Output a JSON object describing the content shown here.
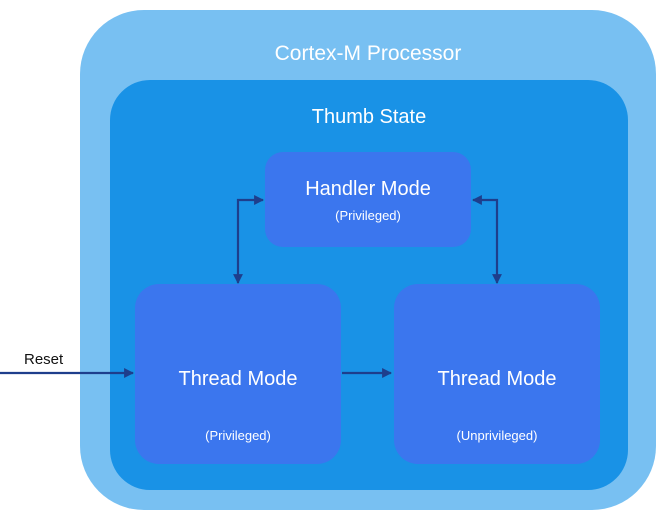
{
  "diagram": {
    "processor_title": "Cortex-M Processor",
    "state_title": "Thumb State",
    "handler_mode": {
      "name": "Handler Mode",
      "privilege": "(Privileged)"
    },
    "thread_mode_privileged": {
      "name": "Thread Mode",
      "privilege": "(Privileged)"
    },
    "thread_mode_unprivileged": {
      "name": "Thread Mode",
      "privilege": "(Unprivileged)"
    },
    "reset_label": "Reset"
  },
  "colors": {
    "outer": "#78c0f2",
    "inner": "#1992e6",
    "mode_box": "#3b76ee",
    "arrow": "#1e3e8c"
  }
}
